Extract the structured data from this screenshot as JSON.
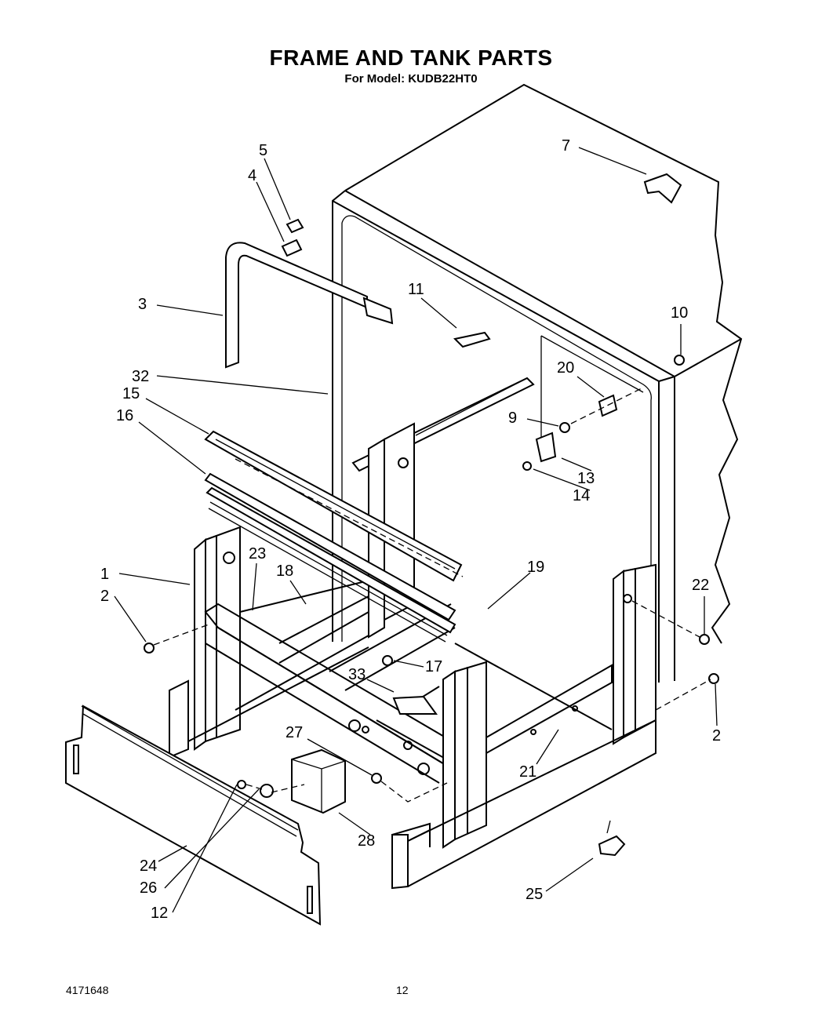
{
  "header": {
    "title": "FRAME AND TANK PARTS",
    "subtitle": "For Model: KUDB22HT0"
  },
  "footer": {
    "doc_number": "4171648",
    "page_number": "12"
  },
  "callouts": {
    "c1": "1",
    "c2a": "2",
    "c2b": "2",
    "c3": "3",
    "c4": "4",
    "c5": "5",
    "c7": "7",
    "c9": "9",
    "c10": "10",
    "c11": "11",
    "c12": "12",
    "c13": "13",
    "c14": "14",
    "c15": "15",
    "c16": "16",
    "c17": "17",
    "c18": "18",
    "c19": "19",
    "c20": "20",
    "c21": "21",
    "c22": "22",
    "c23": "23",
    "c24": "24",
    "c25": "25",
    "c26": "26",
    "c27": "27",
    "c28": "28",
    "c32": "32",
    "c33": "33"
  }
}
